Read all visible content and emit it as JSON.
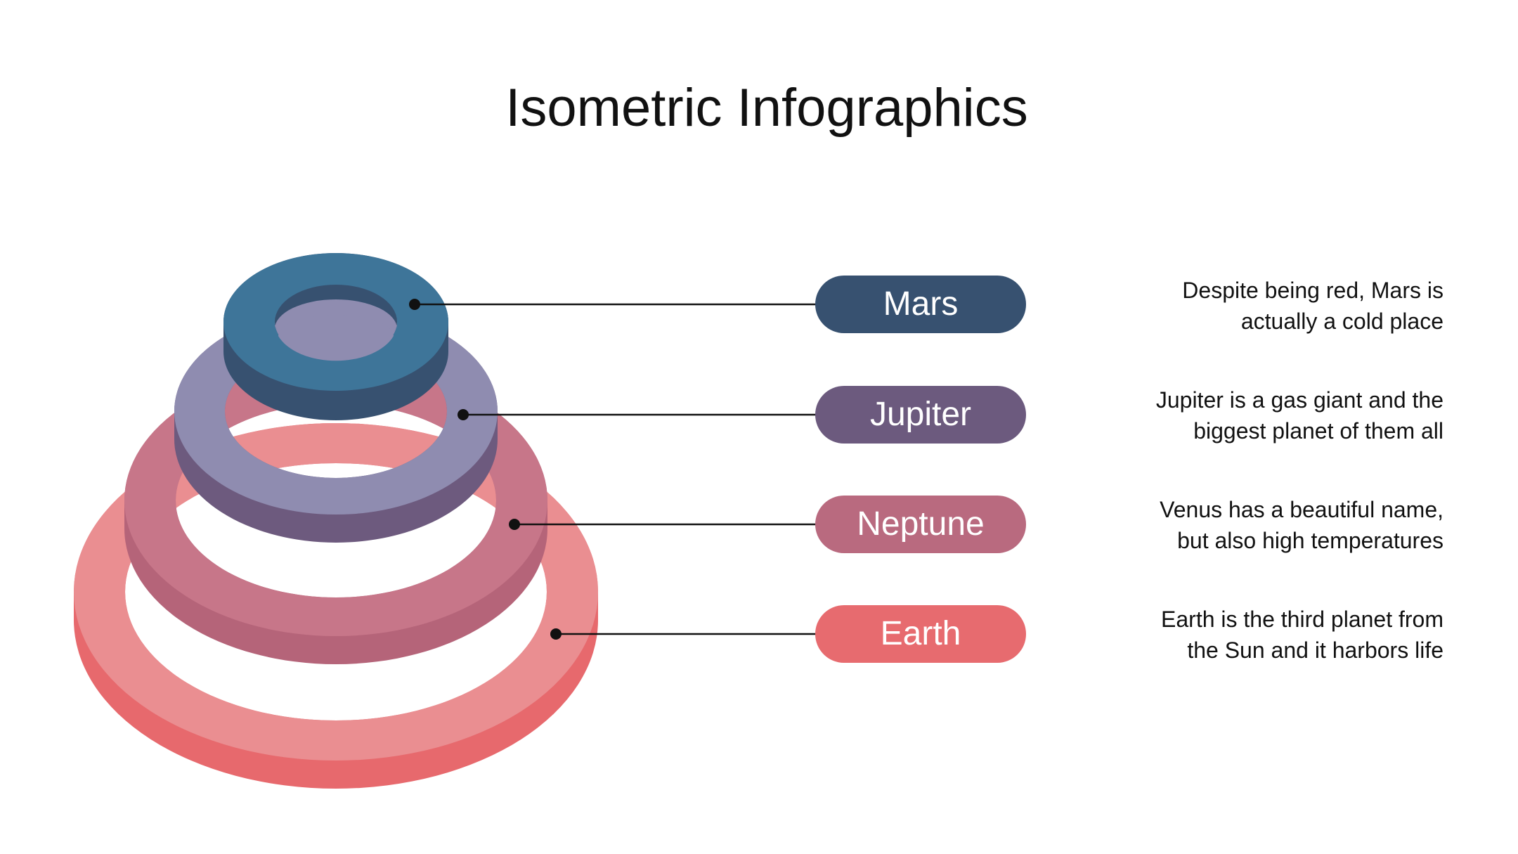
{
  "title": "Isometric Infographics",
  "items": [
    {
      "label": "Mars",
      "color": "#375170",
      "desc_line1": "Despite being red, Mars is",
      "desc_line2": "actually a cold place"
    },
    {
      "label": "Jupiter",
      "color": "#6c5a7e",
      "desc_line1": "Jupiter is a gas giant and the",
      "desc_line2": "biggest planet of them all"
    },
    {
      "label": "Neptune",
      "color": "#b96a7f",
      "desc_line1": "Venus has a beautiful name,",
      "desc_line2": "but also high temperatures"
    },
    {
      "label": "Earth",
      "color": "#e76b6f",
      "desc_line1": "Earth is the third planet from",
      "desc_line2": "the Sun and it harbors life"
    }
  ]
}
